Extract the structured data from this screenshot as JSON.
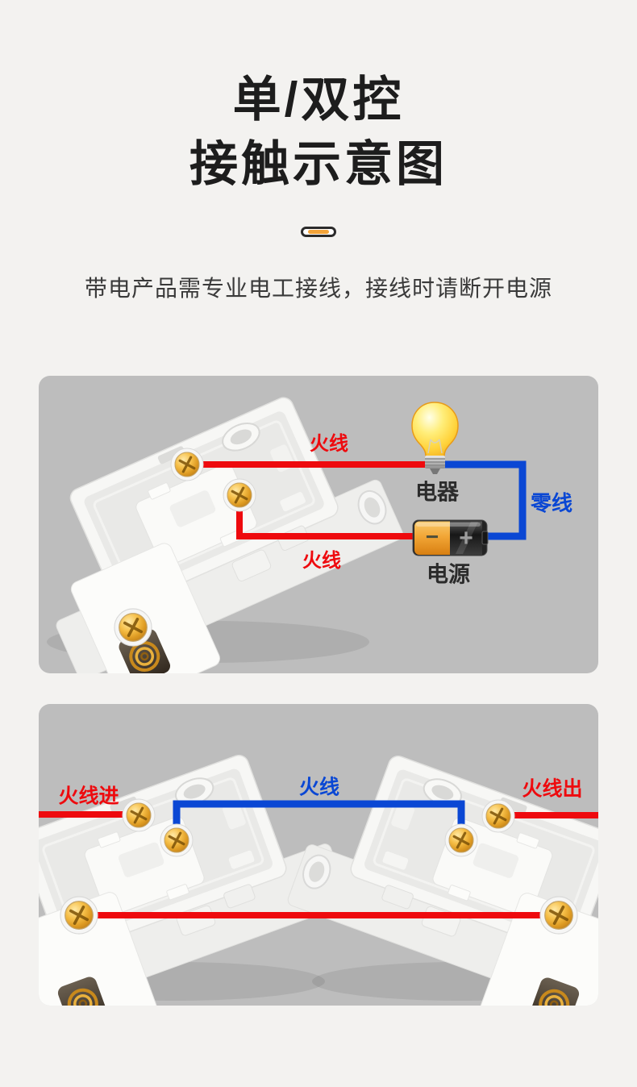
{
  "page": {
    "background": "#f3f2f0"
  },
  "colors": {
    "live_red": "#ee0a0e",
    "neutral_blue": "#0a47d4",
    "accent_orange": "#f3a43a",
    "panel_gray": "#bdbdbd",
    "title_color": "#1d1d1d",
    "warning_color": "#3a3a3a",
    "label_dark": "#2b2b2b",
    "screw_gold": "#dd9a22",
    "bulb_yellow": "#ffd23a",
    "battery_orange": "#f2a636"
  },
  "header": {
    "title_line1": "单/双控",
    "title_line2": "接触示意图",
    "warning": "带电产品需专业电工接线，接线时请断开电源"
  },
  "icons": {
    "divider": "pill-dash-icon",
    "bulb": "light-bulb-icon",
    "battery": "battery-icon",
    "screw": "screw-terminal-icon",
    "switch": "switch-back-photo"
  },
  "diagram_single": {
    "labels": {
      "live_top": "火线",
      "appliance": "电器",
      "neutral": "零线",
      "live_bottom": "火线",
      "power": "电源"
    },
    "battery": {
      "minus_sign": "−",
      "plus_sign": "+"
    }
  },
  "diagram_double": {
    "labels": {
      "live_in": "火线进",
      "live_mid": "火线",
      "live_out": "火线出"
    }
  }
}
